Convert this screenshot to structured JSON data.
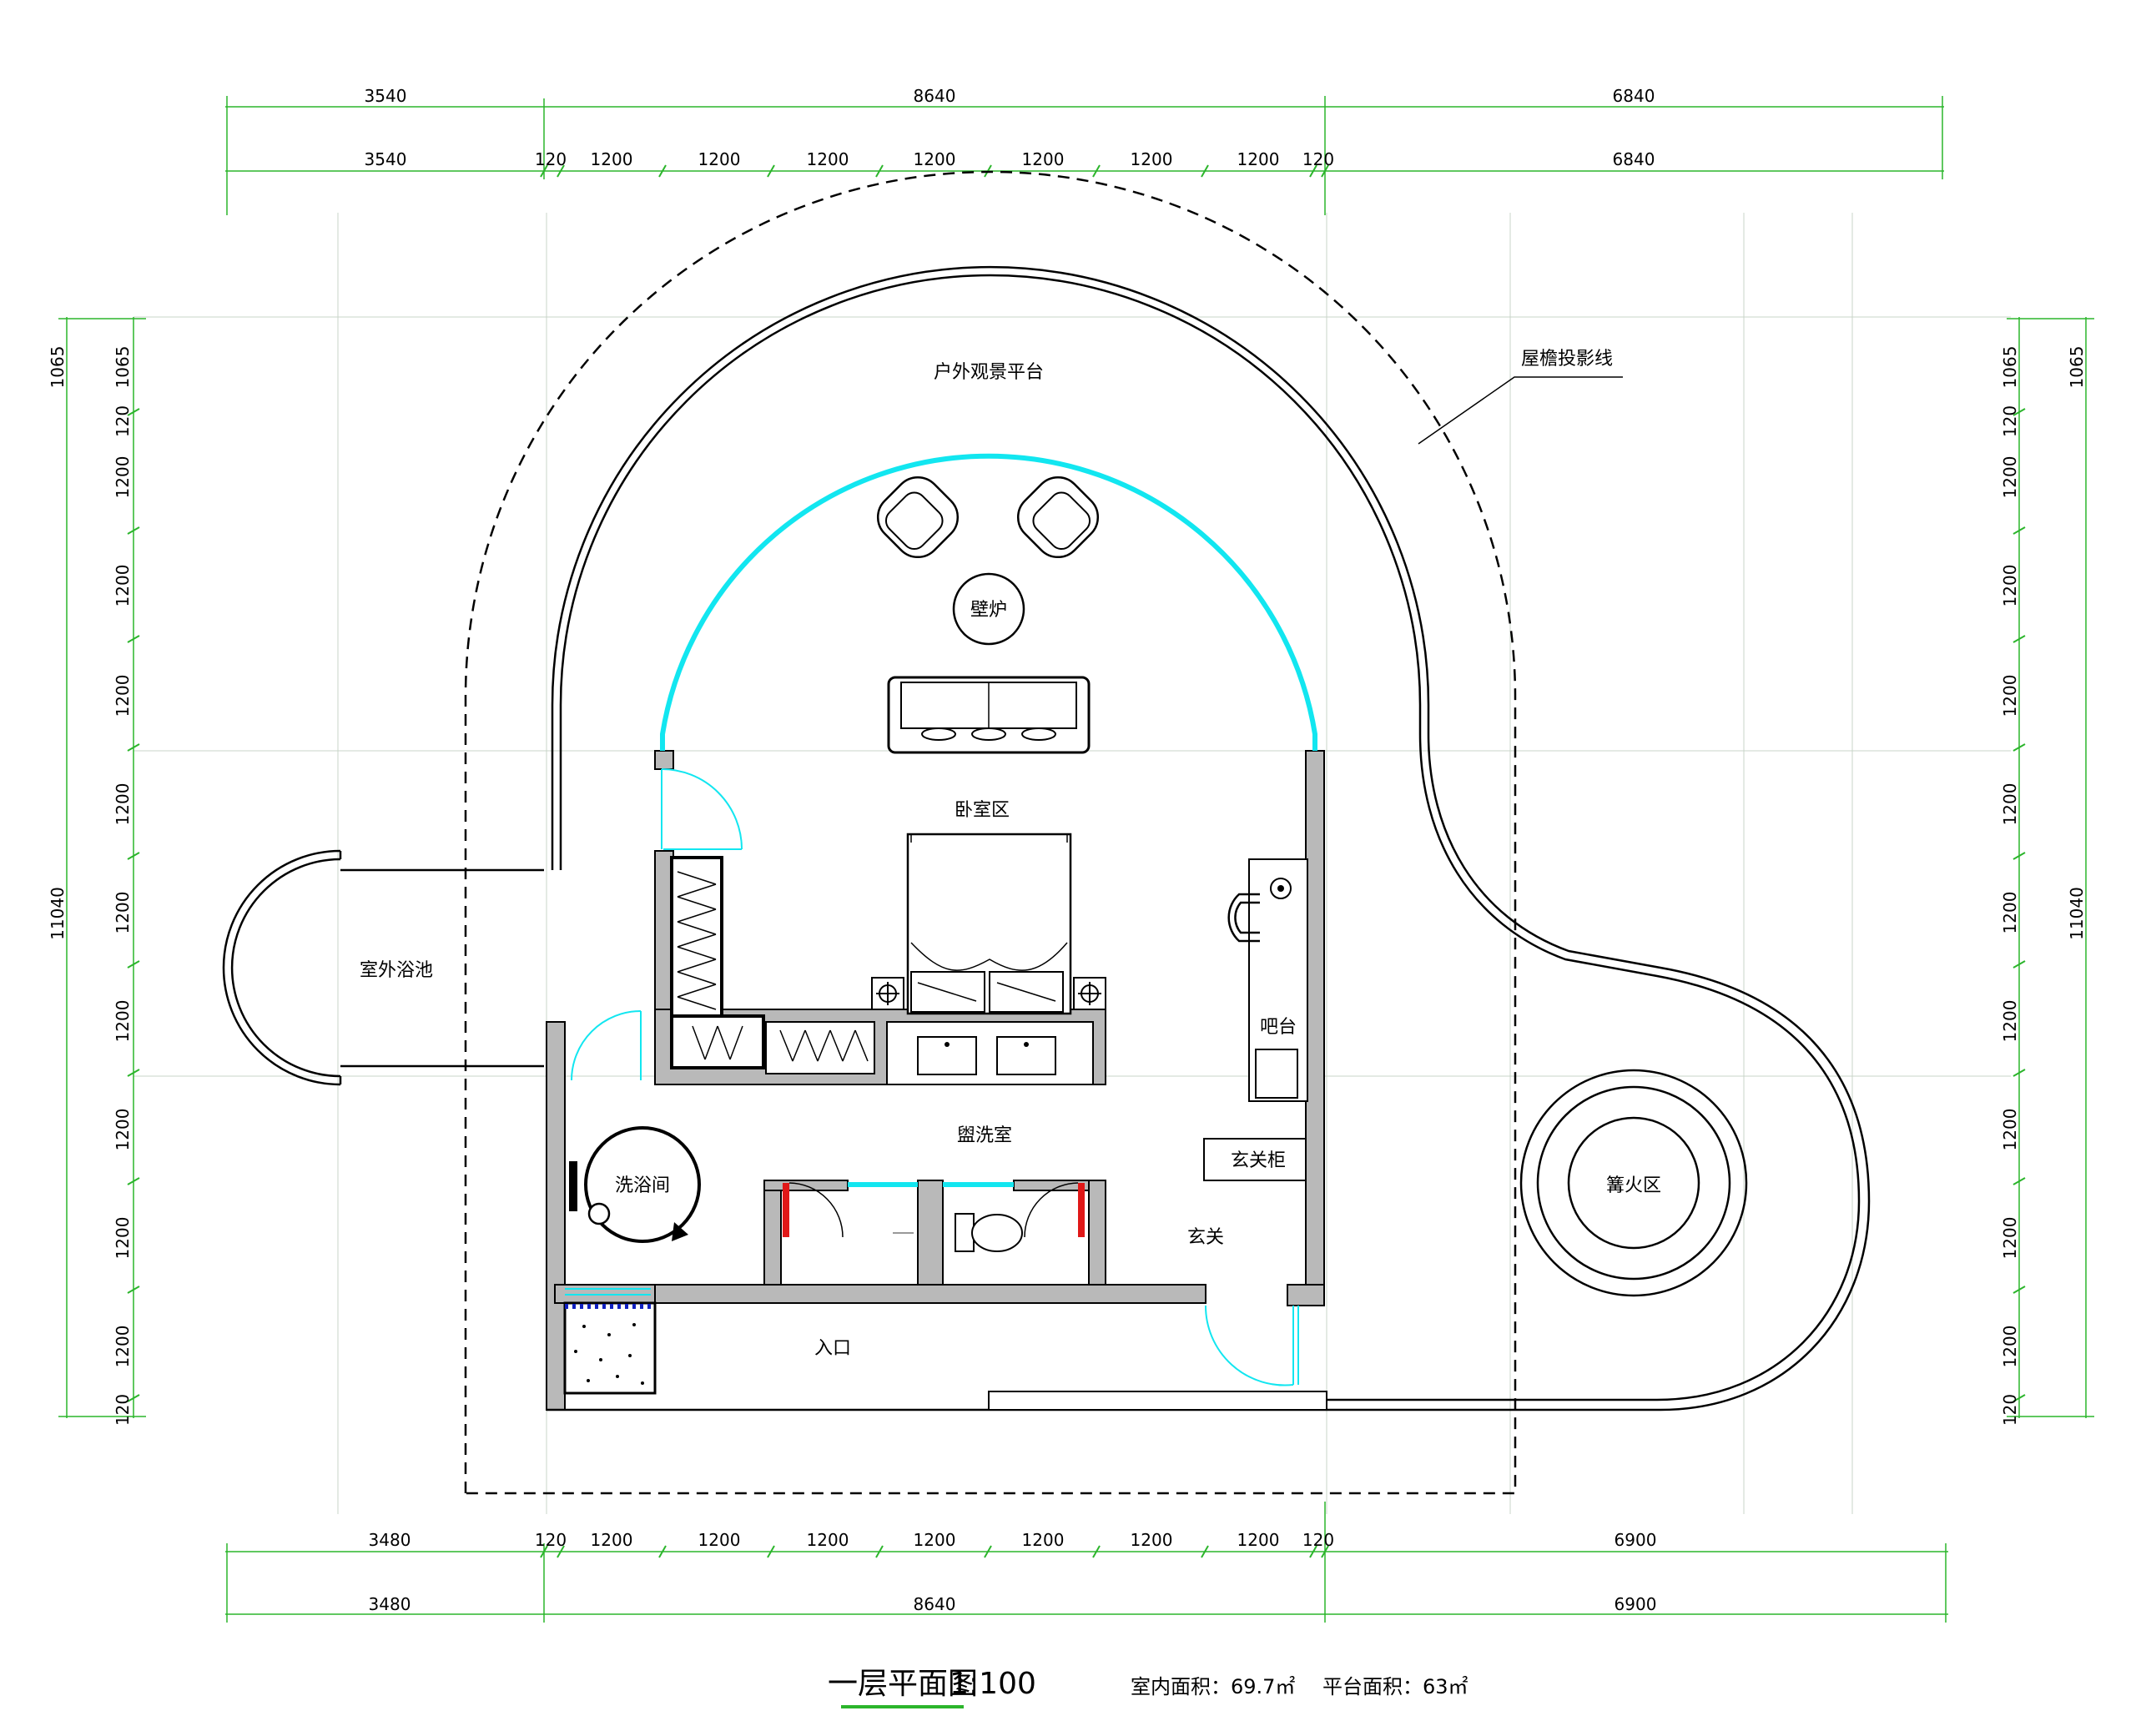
{
  "title": "一层平面图",
  "scale": "1:100",
  "indoor_area": "室内面积：69.7㎡",
  "platform_area": "平台面积：63㎡",
  "rooms": {
    "outdoor_platform": "户外观景平台",
    "eave_line": "屋檐投影线",
    "fireplace": "壁炉",
    "bedroom": "卧室区",
    "outdoor_pool": "室外浴池",
    "bar": "吧台",
    "washroom": "盥洗室",
    "shower": "洗浴间",
    "entry_cabinet": "玄关柜",
    "foyer": "玄关",
    "entrance": "入口",
    "bonfire": "篝火区"
  },
  "dims": {
    "top_total": [
      "3540",
      "8640",
      "6840"
    ],
    "top_detail": [
      "3540",
      "120",
      "1200",
      "1200",
      "1200",
      "1200",
      "1200",
      "1200",
      "1200",
      "120",
      "6840"
    ],
    "bottom_detail": [
      "3480",
      "120",
      "1200",
      "1200",
      "1200",
      "1200",
      "1200",
      "1200",
      "1200",
      "120",
      "6900"
    ],
    "bottom_total": [
      "3480",
      "8640",
      "6900"
    ],
    "side_detail": [
      "1065",
      "120",
      "1200",
      "1200",
      "1200",
      "1200",
      "1200",
      "1200",
      "1200",
      "1200",
      "1200",
      "120"
    ],
    "side_total": [
      "1065",
      "11040"
    ]
  },
  "colors": {
    "glass": "#12e6f0",
    "dimension": "#2bb52b",
    "wall": "#b9b9b9"
  }
}
